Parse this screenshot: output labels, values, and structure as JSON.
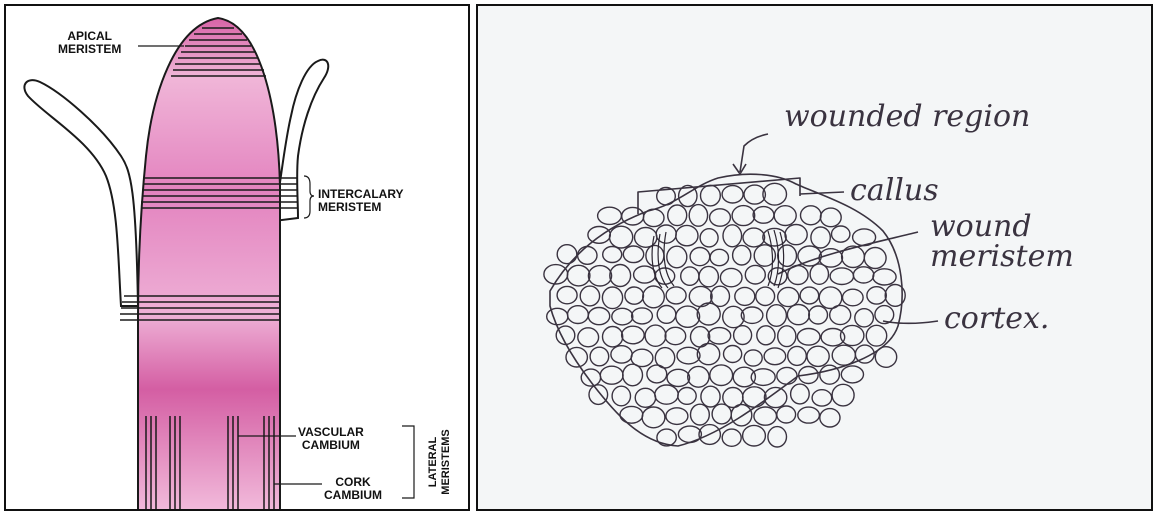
{
  "left_diagram": {
    "labels": {
      "apical_line1": "APICAL",
      "apical_line2": "MERISTEM",
      "intercalary_line1": "INTERCALARY",
      "intercalary_line2": "MERISTEM",
      "vascular_line1": "VASCULAR",
      "vascular_line2": "CAMBIUM",
      "cork_line1": "CORK",
      "cork_line2": "CAMBIUM",
      "lateral_line1": "LATERAL",
      "lateral_line2": "MERISTEMS"
    },
    "colors": {
      "tissue_pink": "#e07fb8",
      "outline": "#1a1a1a"
    }
  },
  "right_diagram": {
    "labels": {
      "wounded_region": "wounded region",
      "callus": "callus",
      "wound_line1": "wound",
      "wound_line2": "meristem",
      "cortex": "cortex."
    },
    "colors": {
      "ink": "#3a3340",
      "paper": "#f4f6f7"
    }
  }
}
